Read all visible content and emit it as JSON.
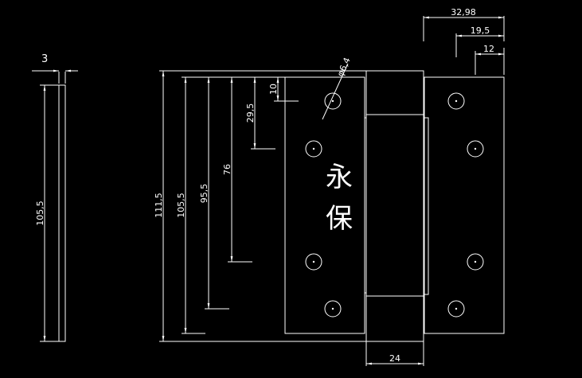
{
  "drawing": {
    "background": "#000000",
    "line_color": "#ffffff",
    "brand": {
      "char1": "永",
      "char2": "保"
    },
    "side_view": {
      "thickness_label": "3",
      "height_label": "105,5"
    },
    "left_dims": {
      "total": "111,5",
      "leaf": "105,5",
      "d95": "95,5",
      "d76": "76",
      "d29": "29,5",
      "d10": "10"
    },
    "hole_label": "φ6,4",
    "top_dims": {
      "d32": "32,98",
      "d19": "19,5",
      "d12": "12"
    },
    "knuckle_label": "24"
  }
}
